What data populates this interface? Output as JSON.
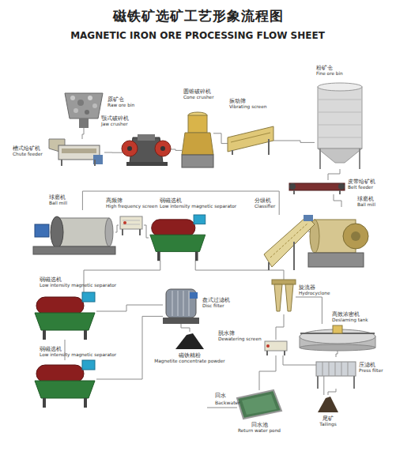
{
  "diagram": {
    "title": "磁铁矿选矿工艺形象流程图",
    "nodes": [
      {
        "text": [
          "原矿仓",
          "Raw ore bin"
        ]
      },
      {
        "text": [
          "槽式给矿机",
          "Chute feeder"
        ]
      },
      {
        "text": [
          "颚式破碎机",
          "Jaw crusher"
        ]
      },
      {
        "text": [
          "圆锥破碎机",
          "Cone crusher"
        ]
      },
      {
        "text": [
          "振动筛",
          "Vibrating screen"
        ]
      },
      {
        "text": [
          "粉矿仓",
          "Fine ore bin"
        ]
      },
      {
        "text": [
          "皮带给矿机",
          "Belt feeder"
        ]
      },
      {
        "text": [
          "球磨机",
          "Ball mill"
        ]
      },
      {
        "text": [
          "分级机",
          "Classifier"
        ]
      },
      {
        "text": [
          "球磨机",
          "Ball mill"
        ]
      },
      {
        "text": [
          "高频筛",
          "High frequency screen"
        ]
      },
      {
        "text": [
          "弱磁选机",
          "Low intensity magnetic separator"
        ]
      },
      {
        "text": [
          "弱磁选机",
          "Low intensity magnetic separator"
        ]
      },
      {
        "text": [
          "盘式过滤机",
          "Disc filter"
        ]
      },
      {
        "text": [
          "磁铁精粉",
          "Magnetite concentrate powder"
        ]
      },
      {
        "text": [
          "弱磁选机",
          "Low intensity magnetic separator"
        ]
      },
      {
        "text": [
          "旋流器",
          "Hydrocyclone"
        ]
      },
      {
        "text": [
          "高效浓密机",
          "Deslaming tank"
        ]
      },
      {
        "text": [
          "脱水筛",
          "Dewatering screen"
        ]
      },
      {
        "text": [
          "压滤机",
          "Press filter"
        ]
      },
      {
        "text": [
          "回水池",
          "Return water pond"
        ]
      },
      {
        "text": [
          "尾矿",
          "Tailings"
        ]
      }
    ],
    "edges": [
      {
        "from": 0,
        "to": 1,
        "arrow": "none"
      },
      {
        "from": 1,
        "to": 2,
        "arrow": "none"
      },
      {
        "from": 2,
        "to": 3,
        "arrow": "none"
      },
      {
        "from": 3,
        "to": 4,
        "arrow": "none"
      },
      {
        "from": 4,
        "to": 5,
        "arrow": "none"
      },
      {
        "from": 5,
        "to": 6,
        "arrow": "none"
      },
      {
        "from": 6,
        "to": 7,
        "arrow": "none"
      },
      {
        "from": 7,
        "to": 8,
        "arrow": "none"
      },
      {
        "from": 8,
        "to": 9,
        "arrow": "none"
      },
      {
        "from": 9,
        "to": 10,
        "arrow": "none"
      },
      {
        "from": 10,
        "to": 11,
        "arrow": "none"
      },
      {
        "from": 11,
        "to": 12,
        "arrow": "none"
      },
      {
        "from": 11,
        "to": 16,
        "arrow": "none"
      },
      {
        "from": 12,
        "to": 15,
        "arrow": "none"
      },
      {
        "from": 12,
        "to": 13,
        "arrow": "none"
      },
      {
        "from": 15,
        "to": 13,
        "arrow": "none"
      },
      {
        "from": 13,
        "to": 14,
        "arrow": "none"
      },
      {
        "from": 16,
        "to": 18,
        "arrow": "none"
      },
      {
        "from": 16,
        "to": 17,
        "arrow": "none"
      },
      {
        "from": 18,
        "to": 20,
        "arrow": "none"
      },
      {
        "from": 17,
        "to": 19,
        "arrow": "none"
      },
      {
        "from": 19,
        "to": 21,
        "arrow": "none"
      },
      {
        "from": 18,
        "to": 21,
        "arrow": "none"
      }
    ],
    "labels": [
      "MAGNETIC IRON ORE PROCESSING FLOW SHEET",
      "回水",
      "Backwater"
    ]
  }
}
